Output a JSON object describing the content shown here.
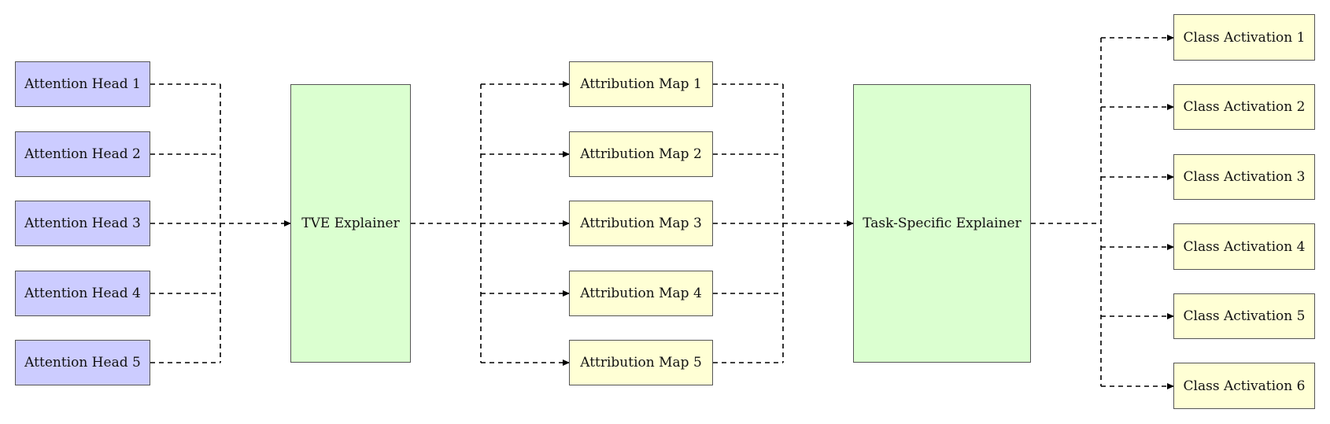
{
  "attention_heads": [
    "Attention Head 1",
    "Attention Head 2",
    "Attention Head 3",
    "Attention Head 4",
    "Attention Head 5"
  ],
  "tve_explainer": "TVE Explainer",
  "attribution_maps": [
    "Attribution Map 1",
    "Attribution Map 2",
    "Attribution Map 3",
    "Attribution Map 4",
    "Attribution Map 5"
  ],
  "task_explainer": "Task-Specific Explainer",
  "class_activations": [
    "Class Activation 1",
    "Class Activation 2",
    "Class Activation 3",
    "Class Activation 4",
    "Class Activation 5",
    "Class Activation 6"
  ],
  "colors": {
    "attention_head_fill": "#ccccff",
    "explainer_fill": "#dbffd0",
    "output_fill": "#ffffd5",
    "border": "#555555",
    "edge": "#000000"
  },
  "edge_style": "dashed-arrow"
}
